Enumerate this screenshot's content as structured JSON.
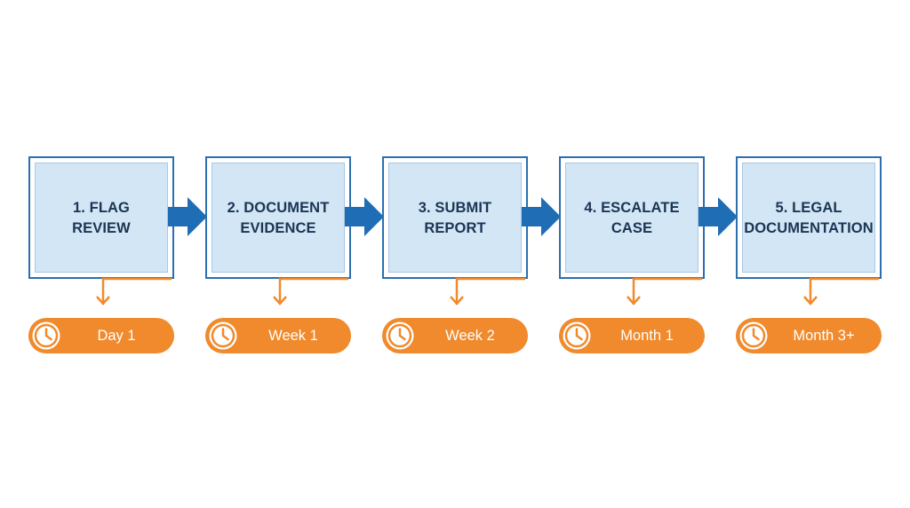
{
  "steps": [
    {
      "line1": "1. FLAG",
      "line2": "REVIEW",
      "timeframe": "Day 1"
    },
    {
      "line1": "2. DOCUMENT",
      "line2": "EVIDENCE",
      "timeframe": "Week 1"
    },
    {
      "line1": "3. SUBMIT",
      "line2": "REPORT",
      "timeframe": "Week 2"
    },
    {
      "line1": "4. ESCALATE",
      "line2": "CASE",
      "timeframe": "Month 1"
    },
    {
      "line1": "5. LEGAL",
      "line2": "DOCUMENTATION",
      "timeframe": "Month 3+"
    }
  ],
  "colors": {
    "step_border": "#2c6fb0",
    "step_fill": "#d2e6f5",
    "step_text": "#1b3553",
    "flow_arrow": "#1f6db5",
    "timeline_accent": "#f08a2c",
    "timeline_text": "#ffffff"
  },
  "icons": {
    "flow_arrow": "right-arrow-icon",
    "connector": "down-arrow-icon",
    "timeframe": "clock-icon"
  }
}
